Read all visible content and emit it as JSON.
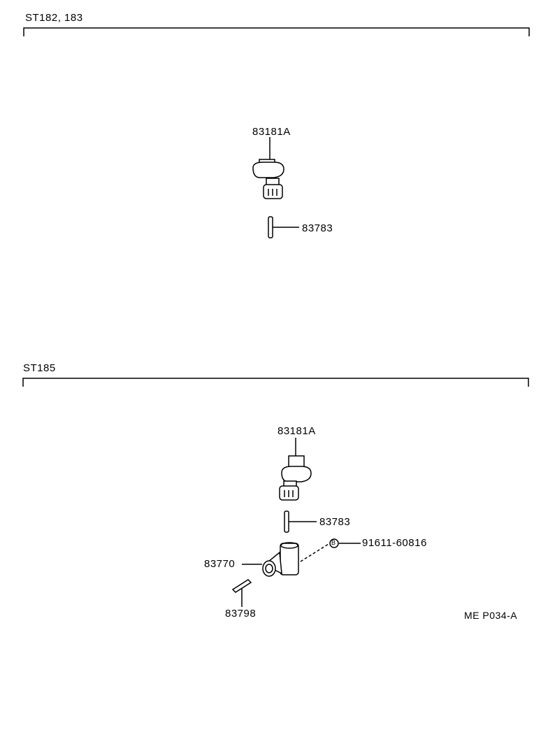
{
  "sections": [
    {
      "title": "ST182, 183",
      "parts": [
        {
          "number": "83181A"
        },
        {
          "number": "83783"
        }
      ]
    },
    {
      "title": "ST185",
      "parts": [
        {
          "number": "83181A"
        },
        {
          "number": "83783"
        },
        {
          "number": "91611-60816",
          "marker": "B"
        },
        {
          "number": "83770"
        },
        {
          "number": "83798"
        }
      ]
    }
  ],
  "figure_code": "ME P034-A"
}
